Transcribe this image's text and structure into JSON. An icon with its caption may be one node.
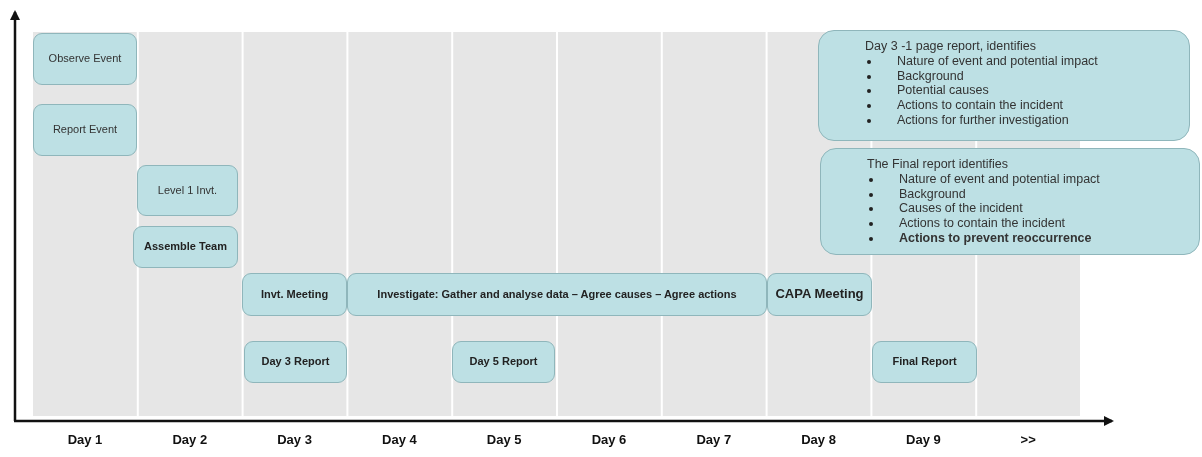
{
  "diagram": {
    "nodes": [
      {
        "text": [
          "Observe Event"
        ]
      },
      {
        "text": [
          "Report Event"
        ]
      },
      {
        "text": [
          "Level 1 Invt."
        ]
      },
      {
        "text": [
          "Assemble Team"
        ]
      },
      {
        "text": [
          "Invt. Meeting"
        ]
      },
      {
        "text": [
          "Investigate: Gather and analyse data – Agree causes – Agree actions"
        ]
      },
      {
        "text": [
          "CAPA Meeting"
        ]
      },
      {
        "text": [
          "Day 3 Report"
        ]
      },
      {
        "text": [
          "Day  5 Report"
        ]
      },
      {
        "text": [
          "Final Report"
        ]
      },
      {
        "text": [
          "Day 3 -1 page report, identifies",
          "Nature of event and potential impact",
          "Background",
          "Potential causes",
          "Actions to contain the incident",
          "Actions for further investigation"
        ]
      },
      {
        "text": [
          "The Final report identifies",
          "Nature of event and potential impact",
          "Background",
          "Causes of the incident",
          "Actions to contain the incident",
          "**Actions to prevent reoccurrence**"
        ]
      }
    ],
    "edges": [],
    "labels": [
      "Day 1",
      "Day 2",
      "Day 3",
      "Day 4",
      "Day 5",
      "Day 6",
      "Day 7",
      "Day 8",
      "Day 9",
      ">>"
    ]
  }
}
